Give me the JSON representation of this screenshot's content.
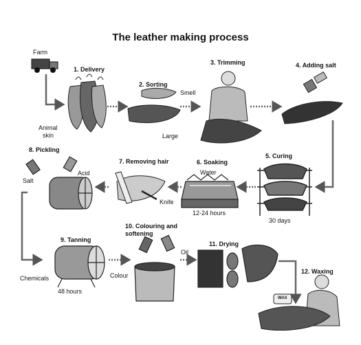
{
  "title": "The leather making process",
  "steps": [
    {
      "num": "1.",
      "name": "Delivery"
    },
    {
      "num": "2.",
      "name": "Sorting"
    },
    {
      "num": "3.",
      "name": "Trimming"
    },
    {
      "num": "4.",
      "name": "Adding salt"
    },
    {
      "num": "5.",
      "name": "Curing"
    },
    {
      "num": "6.",
      "name": "Soaking"
    },
    {
      "num": "7.",
      "name": "Removing hair"
    },
    {
      "num": "8.",
      "name": "Pickling"
    },
    {
      "num": "9.",
      "name": "Tanning"
    },
    {
      "num": "10.",
      "name": "Colouring and",
      "name2": "softening"
    },
    {
      "num": "11.",
      "name": "Drying"
    },
    {
      "num": "12.",
      "name": "Waxing"
    }
  ],
  "labels": {
    "farm": "Farm",
    "animal": "Animal",
    "skin": "skin",
    "smell": "Smell",
    "large": "Large",
    "water": "Water",
    "hours_soak": "12-24 hours",
    "days": "30 days",
    "knife": "Knife",
    "acid": "Acid",
    "salt": "Salt",
    "chemicals": "Chemicals",
    "hours_tan": "48 hours",
    "colour": "Colour",
    "oil": "Oil",
    "wax": "WAX"
  }
}
